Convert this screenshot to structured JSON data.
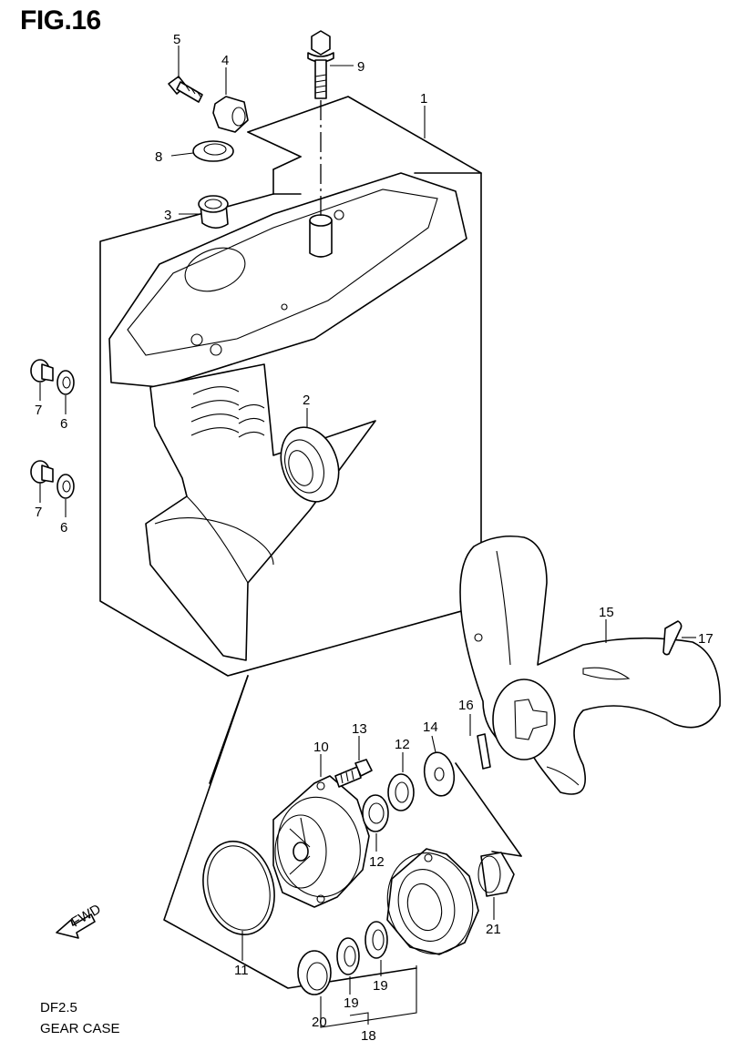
{
  "figure": {
    "title": "FIG.16",
    "model": "DF2.5",
    "name": "GEAR CASE",
    "fwd_label": "FWD"
  },
  "callouts": {
    "c1": "1",
    "c2": "2",
    "c3": "3",
    "c4": "4",
    "c5": "5",
    "c6a": "6",
    "c6b": "6",
    "c7a": "7",
    "c7b": "7",
    "c8": "8",
    "c9": "9",
    "c10": "10",
    "c11": "11",
    "c12a": "12",
    "c12b": "12",
    "c13": "13",
    "c14": "14",
    "c15": "15",
    "c16": "16",
    "c17": "17",
    "c18": "18",
    "c19a": "19",
    "c19b": "19",
    "c20": "20",
    "c21": "21"
  }
}
